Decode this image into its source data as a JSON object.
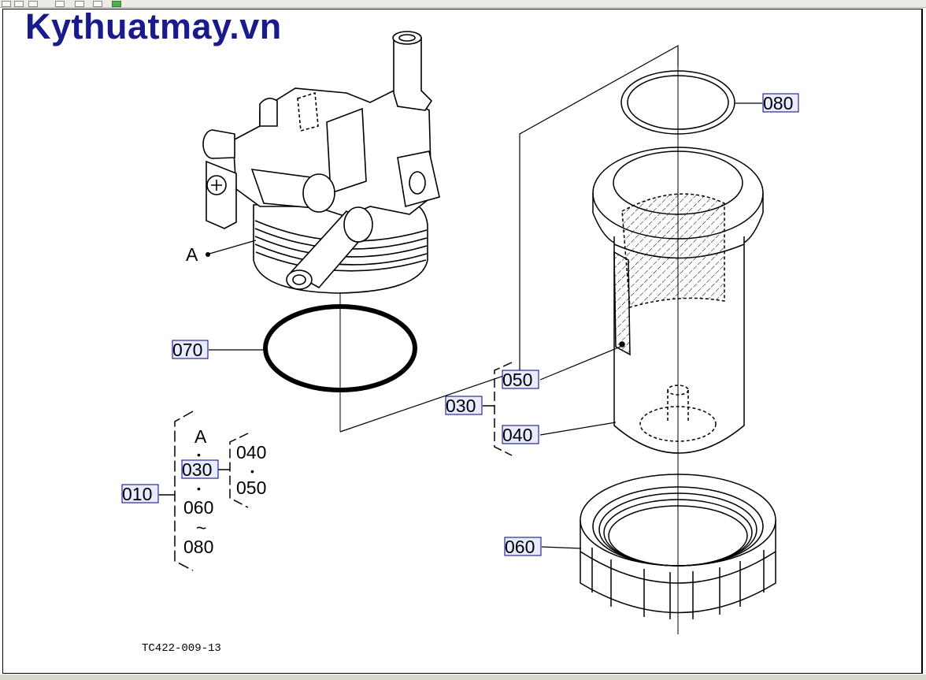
{
  "watermark": "Kythuatmay.vn",
  "drawing_code": "TC422-009-13",
  "callouts": {
    "part_080": "080",
    "part_070": "070",
    "part_050": "050",
    "part_040": "040",
    "part_030": "030",
    "part_060": "060",
    "part_010": "010",
    "ref_a": "A"
  },
  "assembly_key": {
    "a": "A",
    "dot": "•",
    "c030": "030",
    "c060": "060",
    "tilde": "~",
    "c080": "080",
    "c040": "040",
    "c050": "050"
  }
}
